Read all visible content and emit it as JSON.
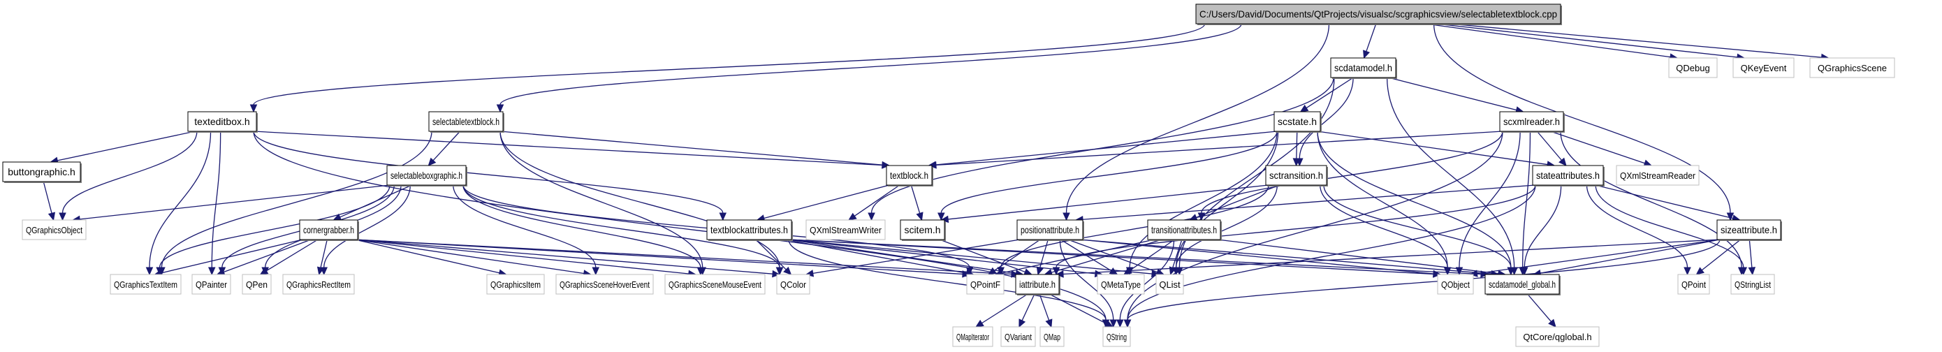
{
  "title": "Include dependency graph for selectabletextblock.cpp",
  "colors": {
    "edge": "#191970",
    "root_fill": "#bfbfbf",
    "internal_border": "#000000",
    "external_border": "#bfbfbf"
  },
  "nodes": [
    {
      "id": "root",
      "label": "C:/Users/David/Documents/QtProjects/visualsc/scgraphicsview/selectabletextblock.cpp",
      "kind": "root"
    },
    {
      "id": "qdebug",
      "label": "QDebug",
      "kind": "external"
    },
    {
      "id": "qkeyevent",
      "label": "QKeyEvent",
      "kind": "external"
    },
    {
      "id": "qgraphicsscene",
      "label": "QGraphicsScene",
      "kind": "external"
    },
    {
      "id": "scdatamodel",
      "label": "scdatamodel.h",
      "kind": "internal"
    },
    {
      "id": "texteditbox",
      "label": "texteditbox.h",
      "kind": "internal"
    },
    {
      "id": "selectabletextblock",
      "label": "selectabletextblock.h",
      "kind": "internal"
    },
    {
      "id": "scstate",
      "label": "scstate.h",
      "kind": "internal"
    },
    {
      "id": "scxmlreader",
      "label": "scxmlreader.h",
      "kind": "internal"
    },
    {
      "id": "buttongraphic",
      "label": "buttongraphic.h",
      "kind": "internal"
    },
    {
      "id": "selectableboxgraphic",
      "label": "selectableboxgraphic.h",
      "kind": "internal"
    },
    {
      "id": "textblock",
      "label": "textblock.h",
      "kind": "internal"
    },
    {
      "id": "sctransition",
      "label": "sctransition.h",
      "kind": "internal"
    },
    {
      "id": "stateattributes",
      "label": "stateattributes.h",
      "kind": "internal"
    },
    {
      "id": "qxmlstreamreader",
      "label": "QXmlStreamReader",
      "kind": "external"
    },
    {
      "id": "qgraphicsobject",
      "label": "QGraphicsObject",
      "kind": "external"
    },
    {
      "id": "textblockattributes",
      "label": "textblockattributes.h",
      "kind": "internal"
    },
    {
      "id": "qxmlstreamwriter",
      "label": "QXmlStreamWriter",
      "kind": "external"
    },
    {
      "id": "scitem",
      "label": "scitem.h",
      "kind": "internal"
    },
    {
      "id": "positionattribute",
      "label": "positionattribute.h",
      "kind": "internal"
    },
    {
      "id": "transitionattributes",
      "label": "transitionattributes.h",
      "kind": "internal"
    },
    {
      "id": "sizeattribute",
      "label": "sizeattribute.h",
      "kind": "internal"
    },
    {
      "id": "cornergrabber",
      "label": "cornergrabber.h",
      "kind": "internal"
    },
    {
      "id": "qgraphicstextitem",
      "label": "QGraphicsTextItem",
      "kind": "external"
    },
    {
      "id": "qpainter",
      "label": "QPainter",
      "kind": "external"
    },
    {
      "id": "qpen",
      "label": "QPen",
      "kind": "external"
    },
    {
      "id": "qgraphicsrectitem",
      "label": "QGraphicsRectItem",
      "kind": "external"
    },
    {
      "id": "qgraphicsitem",
      "label": "QGraphicsItem",
      "kind": "external"
    },
    {
      "id": "qgraphicsscenehoverevent",
      "label": "QGraphicsSceneHoverEvent",
      "kind": "external"
    },
    {
      "id": "qgraphicsscenemouseevent",
      "label": "QGraphicsSceneMouseEvent",
      "kind": "external"
    },
    {
      "id": "qcolor",
      "label": "QColor",
      "kind": "external"
    },
    {
      "id": "qpointf",
      "label": "QPointF",
      "kind": "external"
    },
    {
      "id": "iattribute",
      "label": "iattribute.h",
      "kind": "internal"
    },
    {
      "id": "qmetatype",
      "label": "QMetaType",
      "kind": "external"
    },
    {
      "id": "qlist",
      "label": "QList",
      "kind": "external"
    },
    {
      "id": "qobject",
      "label": "QObject",
      "kind": "external"
    },
    {
      "id": "scdatamodel_global",
      "label": "scdatamodel_global.h",
      "kind": "internal"
    },
    {
      "id": "qpoint",
      "label": "QPoint",
      "kind": "external"
    },
    {
      "id": "qstringlist",
      "label": "QStringList",
      "kind": "external"
    },
    {
      "id": "qmapiterator",
      "label": "QMapIterator",
      "kind": "external"
    },
    {
      "id": "qvariant",
      "label": "QVariant",
      "kind": "external"
    },
    {
      "id": "qmap",
      "label": "QMap",
      "kind": "external"
    },
    {
      "id": "qstring",
      "label": "QString",
      "kind": "external"
    },
    {
      "id": "qtcore_qglobal",
      "label": "QtCore/qglobal.h",
      "kind": "external"
    }
  ],
  "edges": [
    [
      "root",
      "qdebug"
    ],
    [
      "root",
      "qkeyevent"
    ],
    [
      "root",
      "qgraphicsscene"
    ],
    [
      "root",
      "scdatamodel"
    ],
    [
      "root",
      "texteditbox"
    ],
    [
      "root",
      "selectabletextblock"
    ],
    [
      "root",
      "positionattribute"
    ],
    [
      "root",
      "sizeattribute"
    ],
    [
      "scdatamodel",
      "scstate"
    ],
    [
      "scdatamodel",
      "scxmlreader"
    ],
    [
      "scdatamodel",
      "sctransition"
    ],
    [
      "scdatamodel",
      "qxmlstreamwriter"
    ],
    [
      "scdatamodel",
      "qlist"
    ],
    [
      "scdatamodel",
      "scdatamodel_global"
    ],
    [
      "texteditbox",
      "buttongraphic"
    ],
    [
      "texteditbox",
      "qgraphicsobject"
    ],
    [
      "texteditbox",
      "textblock"
    ],
    [
      "texteditbox",
      "qgraphicstextitem"
    ],
    [
      "texteditbox",
      "qpainter"
    ],
    [
      "texteditbox",
      "qstring"
    ],
    [
      "texteditbox",
      "textblockattributes"
    ],
    [
      "buttongraphic",
      "qgraphicsobject"
    ],
    [
      "selectabletextblock",
      "selectableboxgraphic"
    ],
    [
      "selectabletextblock",
      "textblock"
    ],
    [
      "selectabletextblock",
      "qgraphicstextitem"
    ],
    [
      "selectabletextblock",
      "qgraphicsscenemouseevent"
    ],
    [
      "selectabletextblock",
      "qcolor"
    ],
    [
      "selectableboxgraphic",
      "cornergrabber"
    ],
    [
      "selectableboxgraphic",
      "qgraphicsobject"
    ],
    [
      "selectableboxgraphic",
      "qgraphicstextitem"
    ],
    [
      "selectableboxgraphic",
      "qpainter"
    ],
    [
      "selectableboxgraphic",
      "qpen"
    ],
    [
      "selectableboxgraphic",
      "qgraphicsrectitem"
    ],
    [
      "selectableboxgraphic",
      "qgraphicsscenehoverevent"
    ],
    [
      "selectableboxgraphic",
      "qgraphicsscenemouseevent"
    ],
    [
      "selectableboxgraphic",
      "qcolor"
    ],
    [
      "selectableboxgraphic",
      "qpointf"
    ],
    [
      "cornergrabber",
      "qgraphicstextitem"
    ],
    [
      "cornergrabber",
      "qpainter"
    ],
    [
      "cornergrabber",
      "qpen"
    ],
    [
      "cornergrabber",
      "qgraphicsrectitem"
    ],
    [
      "cornergrabber",
      "qgraphicsitem"
    ],
    [
      "cornergrabber",
      "qgraphicsscenehoverevent"
    ],
    [
      "cornergrabber",
      "qgraphicsscenemouseevent"
    ],
    [
      "cornergrabber",
      "qcolor"
    ],
    [
      "cornergrabber",
      "qpointf"
    ],
    [
      "cornergrabber",
      "iattribute"
    ],
    [
      "textblock",
      "textblockattributes"
    ],
    [
      "textblock",
      "qxmlstreamwriter"
    ],
    [
      "textblock",
      "scitem"
    ],
    [
      "textblockattributes",
      "iattribute"
    ],
    [
      "textblockattributes",
      "qcolor"
    ],
    [
      "textblockattributes",
      "qpointf"
    ],
    [
      "textblockattributes",
      "qmetatype"
    ],
    [
      "textblockattributes",
      "qlist"
    ],
    [
      "textblockattributes",
      "qobject"
    ],
    [
      "textblockattributes",
      "scdatamodel_global"
    ],
    [
      "textblockattributes",
      "qstring"
    ],
    [
      "scitem",
      "iattribute"
    ],
    [
      "scstate",
      "textblock"
    ],
    [
      "scstate",
      "sctransition"
    ],
    [
      "scstate",
      "stateattributes"
    ],
    [
      "scstate",
      "scitem"
    ],
    [
      "scstate",
      "qobject"
    ],
    [
      "scstate",
      "qmetatype"
    ],
    [
      "scstate",
      "qlist"
    ],
    [
      "scstate",
      "scdatamodel_global"
    ],
    [
      "scxmlreader",
      "textblock"
    ],
    [
      "scxmlreader",
      "stateattributes"
    ],
    [
      "scxmlreader",
      "qxmlstreamreader"
    ],
    [
      "scxmlreader",
      "transitionattributes"
    ],
    [
      "scxmlreader",
      "qobject"
    ],
    [
      "scxmlreader",
      "qstringlist"
    ],
    [
      "scxmlreader",
      "scdatamodel_global"
    ],
    [
      "scxmlreader",
      "qstring"
    ],
    [
      "sctransition",
      "scitem"
    ],
    [
      "sctransition",
      "transitionattributes"
    ],
    [
      "sctransition",
      "qpointf"
    ],
    [
      "sctransition",
      "qobject"
    ],
    [
      "sctransition",
      "qlist"
    ],
    [
      "sctransition",
      "scdatamodel_global"
    ],
    [
      "stateattributes",
      "positionattribute"
    ],
    [
      "stateattributes",
      "sizeattribute"
    ],
    [
      "stateattributes",
      "iattribute"
    ],
    [
      "stateattributes",
      "qpoint"
    ],
    [
      "stateattributes",
      "qstringlist"
    ],
    [
      "stateattributes",
      "scdatamodel_global"
    ],
    [
      "stateattributes",
      "qstring"
    ],
    [
      "positionattribute",
      "iattribute"
    ],
    [
      "positionattribute",
      "qpointf"
    ],
    [
      "positionattribute",
      "qcolor"
    ],
    [
      "positionattribute",
      "qmetatype"
    ],
    [
      "positionattribute",
      "qlist"
    ],
    [
      "positionattribute",
      "qobject"
    ],
    [
      "positionattribute",
      "scdatamodel_global"
    ],
    [
      "positionattribute",
      "qstring"
    ],
    [
      "transitionattributes",
      "iattribute"
    ],
    [
      "transitionattributes",
      "qpointf"
    ],
    [
      "transitionattributes",
      "qmetatype"
    ],
    [
      "transitionattributes",
      "qlist"
    ],
    [
      "transitionattributes",
      "scdatamodel_global"
    ],
    [
      "transitionattributes",
      "qstring"
    ],
    [
      "sizeattribute",
      "iattribute"
    ],
    [
      "sizeattribute",
      "qpoint"
    ],
    [
      "sizeattribute",
      "qstringlist"
    ],
    [
      "sizeattribute",
      "scdatamodel_global"
    ],
    [
      "sizeattribute",
      "qobject"
    ],
    [
      "sizeattribute",
      "qstring"
    ],
    [
      "iattribute",
      "qmapiterator"
    ],
    [
      "iattribute",
      "qvariant"
    ],
    [
      "iattribute",
      "qmap"
    ],
    [
      "iattribute",
      "qstring"
    ],
    [
      "scdatamodel_global",
      "qtcore_qglobal"
    ]
  ]
}
